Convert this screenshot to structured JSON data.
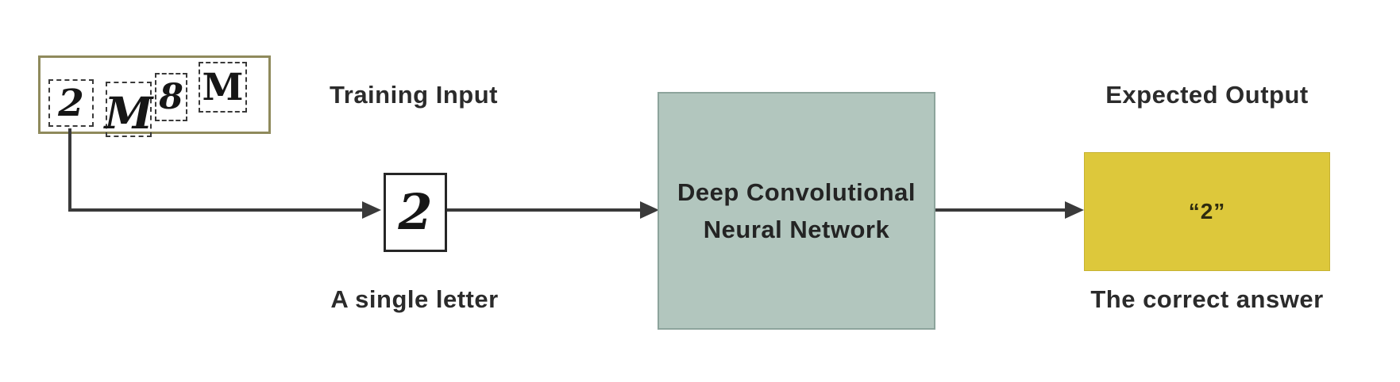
{
  "diagram": {
    "captcha": {
      "chars": [
        "2",
        "M",
        "8",
        "M"
      ]
    },
    "labels": {
      "training_input": "Training Input",
      "single_letter": "A single letter",
      "expected_output": "Expected Output",
      "correct_answer": "The correct answer"
    },
    "single_letter_value": "2",
    "network": {
      "line1": "Deep Convolutional",
      "line2": "Neural Network"
    },
    "output_value": "“2”",
    "colors": {
      "network_box_fill": "#b2c6be",
      "network_box_border": "#8da49c",
      "output_box_fill": "#ddc83b",
      "captcha_box_border": "#8f8a5c",
      "arrow": "#3a3a3a",
      "text": "#2b2b2b"
    }
  }
}
